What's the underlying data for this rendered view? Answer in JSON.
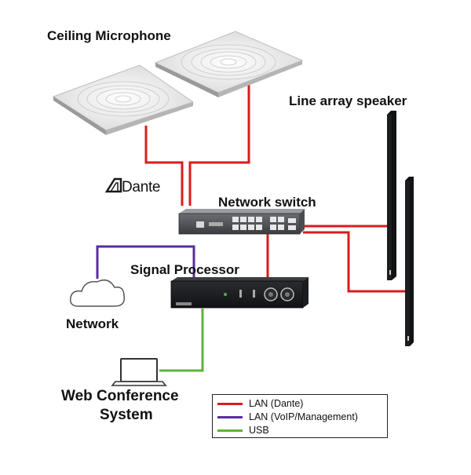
{
  "labels": {
    "ceiling_mic": "Ceiling Microphone",
    "line_array": "Line array speaker",
    "dante_logo": "Dante",
    "network_switch": "Network switch",
    "signal_processor": "Signal Processor",
    "network": "Network",
    "web_conf_line1": "Web Conference",
    "web_conf_line2": "System"
  },
  "legend": [
    {
      "label": "LAN (Dante)",
      "color": "#d91c1c"
    },
    {
      "label": "LAN (VoIP/Management)",
      "color": "#5a2ca0"
    },
    {
      "label": "USB",
      "color": "#5db33a"
    }
  ],
  "colors": {
    "dante": "#d91c1c",
    "voip": "#5a2ca0",
    "usb": "#5db33a"
  },
  "icons": [
    "ceiling-microphone-icon",
    "dante-logo-icon",
    "network-switch-icon",
    "signal-processor-icon",
    "cloud-icon",
    "laptop-icon",
    "line-array-speaker-icon"
  ]
}
